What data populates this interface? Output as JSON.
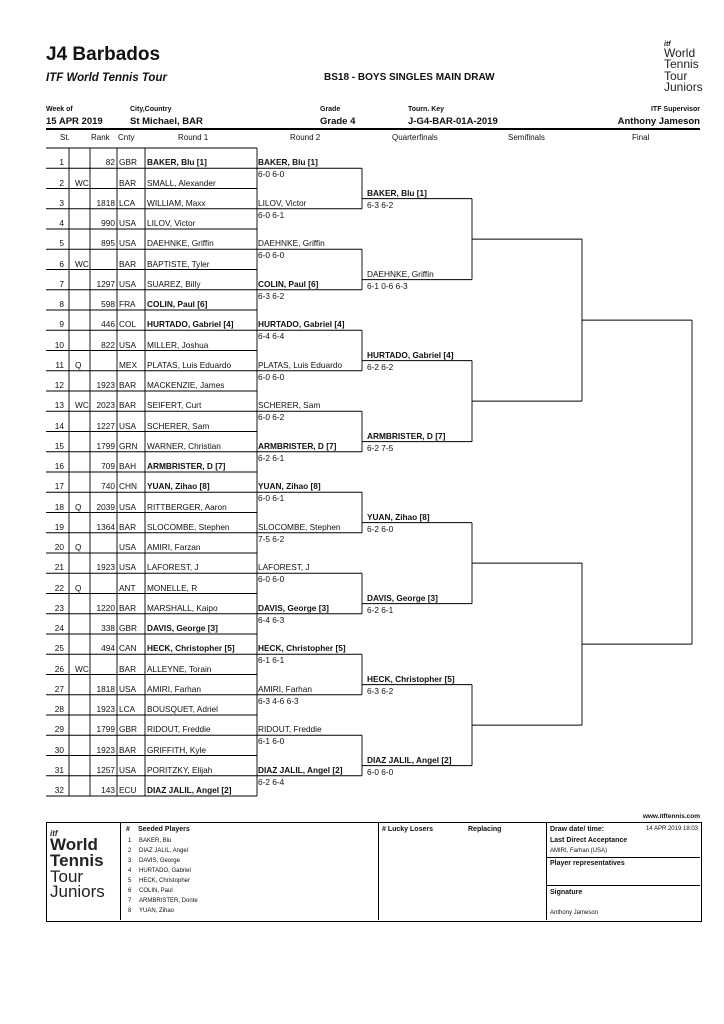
{
  "header": {
    "title": "J4 Barbados",
    "subtitle": "ITF World Tennis Tour",
    "draw_name": "BS18 - BOYS SINGLES MAIN DRAW",
    "week_label": "Week of",
    "week_value": "15 APR 2019",
    "city_label": "City,Country",
    "city_value": "St Michael, BAR",
    "grade_label": "Grade",
    "grade_value": "Grade 4",
    "key_label": "Tourn. Key",
    "key_value": "J-G4-BAR-01A-2019",
    "supervisor_label": "ITF Supervisor",
    "supervisor_value": "Anthony Jameson"
  },
  "logo": {
    "line1": "World",
    "line2": "Tennis",
    "line3": "Tour",
    "line4": "Juniors",
    "small": "itf"
  },
  "columns": {
    "st": "St.",
    "rank": "Rank",
    "cnty": "Cnty",
    "r1": "Round 1",
    "r2": "Round 2",
    "qf": "Quarterfinals",
    "sf": "Semifinals",
    "final": "Final"
  },
  "players": [
    {
      "num": "1",
      "st": "",
      "rank": "82",
      "cnty": "GBR",
      "name": "BAKER, Blu [1]",
      "seed": true
    },
    {
      "num": "2",
      "st": "WC",
      "rank": "",
      "cnty": "BAR",
      "name": "SMALL, Alexander",
      "seed": false
    },
    {
      "num": "3",
      "st": "",
      "rank": "1818",
      "cnty": "LCA",
      "name": "WILLIAM, Maxx",
      "seed": false
    },
    {
      "num": "4",
      "st": "",
      "rank": "990",
      "cnty": "USA",
      "name": "LILOV, Victor",
      "seed": false
    },
    {
      "num": "5",
      "st": "",
      "rank": "895",
      "cnty": "USA",
      "name": "DAEHNKE, Griffin",
      "seed": false
    },
    {
      "num": "6",
      "st": "WC",
      "rank": "",
      "cnty": "BAR",
      "name": "BAPTISTE, Tyler",
      "seed": false
    },
    {
      "num": "7",
      "st": "",
      "rank": "1297",
      "cnty": "USA",
      "name": "SUAREZ, Billy",
      "seed": false
    },
    {
      "num": "8",
      "st": "",
      "rank": "598",
      "cnty": "FRA",
      "name": "COLIN, Paul [6]",
      "seed": true
    },
    {
      "num": "9",
      "st": "",
      "rank": "446",
      "cnty": "COL",
      "name": "HURTADO, Gabriel [4]",
      "seed": true
    },
    {
      "num": "10",
      "st": "",
      "rank": "822",
      "cnty": "USA",
      "name": "MILLER, Joshua",
      "seed": false
    },
    {
      "num": "11",
      "st": "Q",
      "rank": "",
      "cnty": "MEX",
      "name": "PLATAS, Luis Eduardo",
      "seed": false
    },
    {
      "num": "12",
      "st": "",
      "rank": "1923",
      "cnty": "BAR",
      "name": "MACKENZIE, James",
      "seed": false
    },
    {
      "num": "13",
      "st": "WC",
      "rank": "2023",
      "cnty": "BAR",
      "name": "SEIFERT, Curt",
      "seed": false
    },
    {
      "num": "14",
      "st": "",
      "rank": "1227",
      "cnty": "USA",
      "name": "SCHERER, Sam",
      "seed": false
    },
    {
      "num": "15",
      "st": "",
      "rank": "1799",
      "cnty": "GRN",
      "name": "WARNER, Christian",
      "seed": false
    },
    {
      "num": "16",
      "st": "",
      "rank": "709",
      "cnty": "BAH",
      "name": "ARMBRISTER, D [7]",
      "seed": true
    },
    {
      "num": "17",
      "st": "",
      "rank": "740",
      "cnty": "CHN",
      "name": "YUAN, Zihao [8]",
      "seed": true
    },
    {
      "num": "18",
      "st": "Q",
      "rank": "2039",
      "cnty": "USA",
      "name": "RITTBERGER, Aaron",
      "seed": false
    },
    {
      "num": "19",
      "st": "",
      "rank": "1364",
      "cnty": "BAR",
      "name": "SLOCOMBE, Stephen",
      "seed": false
    },
    {
      "num": "20",
      "st": "Q",
      "rank": "",
      "cnty": "USA",
      "name": "AMIRI, Farzan",
      "seed": false
    },
    {
      "num": "21",
      "st": "",
      "rank": "1923",
      "cnty": "USA",
      "name": "LAFOREST, J",
      "seed": false
    },
    {
      "num": "22",
      "st": "Q",
      "rank": "",
      "cnty": "ANT",
      "name": "MONELLE, R",
      "seed": false
    },
    {
      "num": "23",
      "st": "",
      "rank": "1220",
      "cnty": "BAR",
      "name": "MARSHALL, Kaipo",
      "seed": false
    },
    {
      "num": "24",
      "st": "",
      "rank": "338",
      "cnty": "GBR",
      "name": "DAVIS, George [3]",
      "seed": true
    },
    {
      "num": "25",
      "st": "",
      "rank": "494",
      "cnty": "CAN",
      "name": "HECK, Christopher [5]",
      "seed": true
    },
    {
      "num": "26",
      "st": "WC",
      "rank": "",
      "cnty": "BAR",
      "name": "ALLEYNE, Torain",
      "seed": false
    },
    {
      "num": "27",
      "st": "",
      "rank": "1818",
      "cnty": "USA",
      "name": "AMIRI, Farhan",
      "seed": false
    },
    {
      "num": "28",
      "st": "",
      "rank": "1923",
      "cnty": "LCA",
      "name": "BOUSQUET, Adriel",
      "seed": false
    },
    {
      "num": "29",
      "st": "",
      "rank": "1799",
      "cnty": "GBR",
      "name": "RIDOUT, Freddie",
      "seed": false
    },
    {
      "num": "30",
      "st": "",
      "rank": "1923",
      "cnty": "BAR",
      "name": "GRIFFITH, Kyle",
      "seed": false
    },
    {
      "num": "31",
      "st": "",
      "rank": "1257",
      "cnty": "USA",
      "name": "PORITZKY, Elijah",
      "seed": false
    },
    {
      "num": "32",
      "st": "",
      "rank": "143",
      "cnty": "ECU",
      "name": "DIAZ JALIL, Angel [2]",
      "seed": true
    }
  ],
  "round2": [
    {
      "name": "BAKER, Blu [1]",
      "score": "6-0 6-0",
      "seed": true
    },
    {
      "name": "LILOV, Victor",
      "score": "6-0 6-1",
      "seed": false
    },
    {
      "name": "DAEHNKE, Griffin",
      "score": "6-0 6-0",
      "seed": false
    },
    {
      "name": "COLIN, Paul [6]",
      "score": "6-3 6-2",
      "seed": true
    },
    {
      "name": "HURTADO, Gabriel [4]",
      "score": "6-4 6-4",
      "seed": true
    },
    {
      "name": "PLATAS, Luis Eduardo",
      "score": "6-0 6-0",
      "seed": false
    },
    {
      "name": "SCHERER, Sam",
      "score": "6-0 6-2",
      "seed": false
    },
    {
      "name": "ARMBRISTER, D [7]",
      "score": "6-2 6-1",
      "seed": true
    },
    {
      "name": "YUAN, Zihao [8]",
      "score": "6-0 6-1",
      "seed": true
    },
    {
      "name": "SLOCOMBE, Stephen",
      "score": "7-5 6-2",
      "seed": false
    },
    {
      "name": "LAFOREST, J",
      "score": "6-0 6-0",
      "seed": false
    },
    {
      "name": "DAVIS, George [3]",
      "score": "6-4 6-3",
      "seed": true
    },
    {
      "name": "HECK, Christopher [5]",
      "score": "6-1 6-1",
      "seed": true
    },
    {
      "name": "AMIRI, Farhan",
      "score": "6-3 4-6 6-3",
      "seed": false
    },
    {
      "name": "RIDOUT, Freddie",
      "score": "6-1 6-0",
      "seed": false
    },
    {
      "name": "DIAZ JALIL, Angel [2]",
      "score": "6-2 6-4",
      "seed": true
    }
  ],
  "quarterfinals": [
    {
      "name": "BAKER, Blu [1]",
      "score": "6-3 6-2",
      "seed": true
    },
    {
      "name": "DAEHNKE, Griffin",
      "score": "6-1 0-6 6-3",
      "seed": false
    },
    {
      "name": "HURTADO, Gabriel [4]",
      "score": "6-2 6-2",
      "seed": true
    },
    {
      "name": "ARMBRISTER, D [7]",
      "score": "6-2 7-5",
      "seed": true
    },
    {
      "name": "YUAN, Zihao [8]",
      "score": "6-2 6-0",
      "seed": true
    },
    {
      "name": "DAVIS, George [3]",
      "score": "6-2 6-1",
      "seed": true
    },
    {
      "name": "HECK, Christopher [5]",
      "score": "6-3 6-2",
      "seed": true
    },
    {
      "name": "DIAZ JALIL, Angel [2]",
      "score": "6-0 6-0",
      "seed": true
    }
  ],
  "footer": {
    "website": "www.itftennis.com",
    "seeded_hash": "#",
    "seeded_title": "Seeded Players",
    "seeded": [
      {
        "n": "1",
        "name": "BAKER, Blu"
      },
      {
        "n": "2",
        "name": "DIAZ JALIL, Angel"
      },
      {
        "n": "3",
        "name": "DAVIS, George"
      },
      {
        "n": "4",
        "name": "HURTADO, Gabriel"
      },
      {
        "n": "5",
        "name": "HECK, Christopher"
      },
      {
        "n": "6",
        "name": "COLIN, Paul"
      },
      {
        "n": "7",
        "name": "ARMBRISTER, Donte"
      },
      {
        "n": "8",
        "name": "YUAN, Zihao"
      }
    ],
    "lucky_losers": "# Lucky Losers",
    "replacing": "Replacing",
    "draw_date_label": "Draw date/ time:",
    "draw_date_value": "14 APR 2019 18:03",
    "last_direct_label": "Last Direct Acceptance",
    "last_direct_value": "AMIRI, Farhan (USA)",
    "player_reps_label": "Player representatives",
    "signature_label": "Signature",
    "signature_value": "Anthony Jameson"
  }
}
